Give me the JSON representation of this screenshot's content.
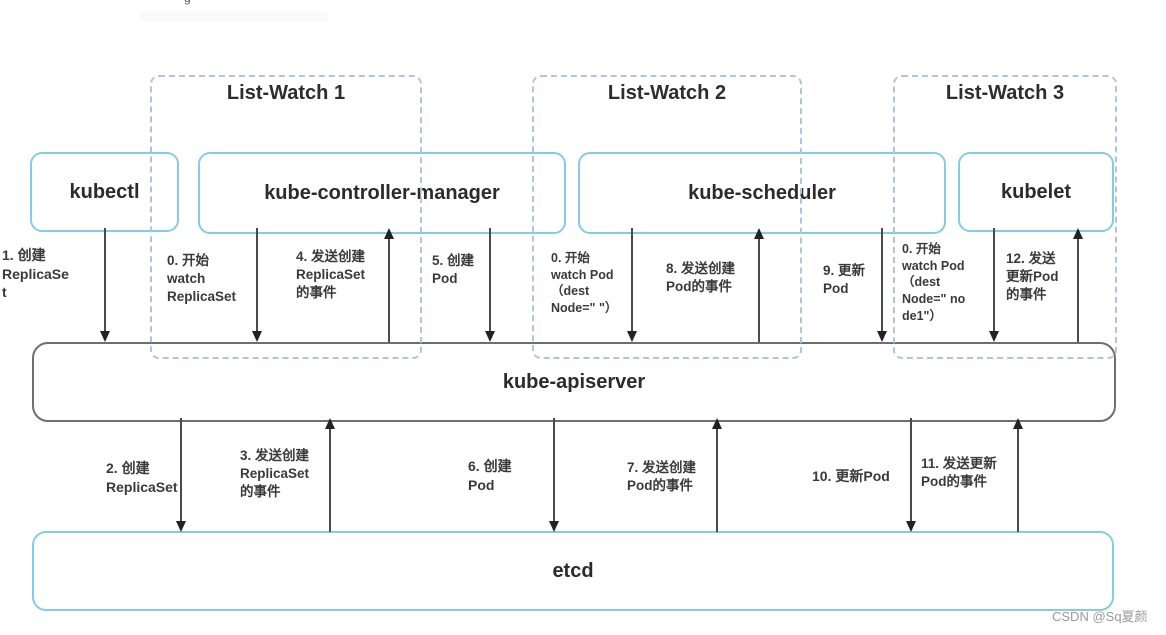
{
  "groups": {
    "lw1": "List-Watch 1",
    "lw2": "List-Watch 2",
    "lw3": "List-Watch 3"
  },
  "nodes": {
    "kubectl": "kubectl",
    "controller_manager": "kube-controller-manager",
    "scheduler": "kube-scheduler",
    "kubelet": "kubelet",
    "apiserver": "kube-apiserver",
    "etcd": "etcd"
  },
  "edges": {
    "e1": {
      "label": "1. 创建\nReplicaSe\nt",
      "direction": "down"
    },
    "e0a": {
      "label": "0. 开始\nwatch\nReplicaSet",
      "direction": "down"
    },
    "e4": {
      "label": "4. 发送创建\nReplicaSet\n的事件",
      "direction": "up"
    },
    "e5": {
      "label": "5. 创建\nPod",
      "direction": "down"
    },
    "e0b": {
      "label": "0. 开始\nwatch Pod\n（dest\nNode=\" \"）",
      "direction": "down"
    },
    "e8": {
      "label": "8. 发送创建\nPod的事件",
      "direction": "up"
    },
    "e9": {
      "label": "9. 更新\nPod",
      "direction": "down"
    },
    "e0c": {
      "label": "0. 开始\nwatch Pod\n（dest\nNode=\" no\nde1\"）",
      "direction": "down"
    },
    "e12": {
      "label": "12. 发送\n更新Pod\n的事件",
      "direction": "up"
    },
    "e2": {
      "label": "2. 创建\nReplicaSet",
      "direction": "down"
    },
    "e3": {
      "label": "3. 发送创建\nReplicaSet\n的事件",
      "direction": "up"
    },
    "e6": {
      "label": "6. 创建\nPod",
      "direction": "down"
    },
    "e7": {
      "label": "7. 发送创建\nPod的事件",
      "direction": "up"
    },
    "e10": {
      "label": "10. 更新Pod",
      "direction": "down"
    },
    "e11": {
      "label": "11. 发送更新\nPod的事件",
      "direction": "up"
    }
  },
  "colors": {
    "component_border": "#84cbe8",
    "apiserver_border": "#6e6e6e",
    "group_dashed_border": "#aec5dd",
    "arrow": "#4a4a4a",
    "text": "#2d2d2d"
  },
  "artifacts": {
    "top_fragment": "g"
  },
  "watermark": "CSDN @Sq夏颜"
}
